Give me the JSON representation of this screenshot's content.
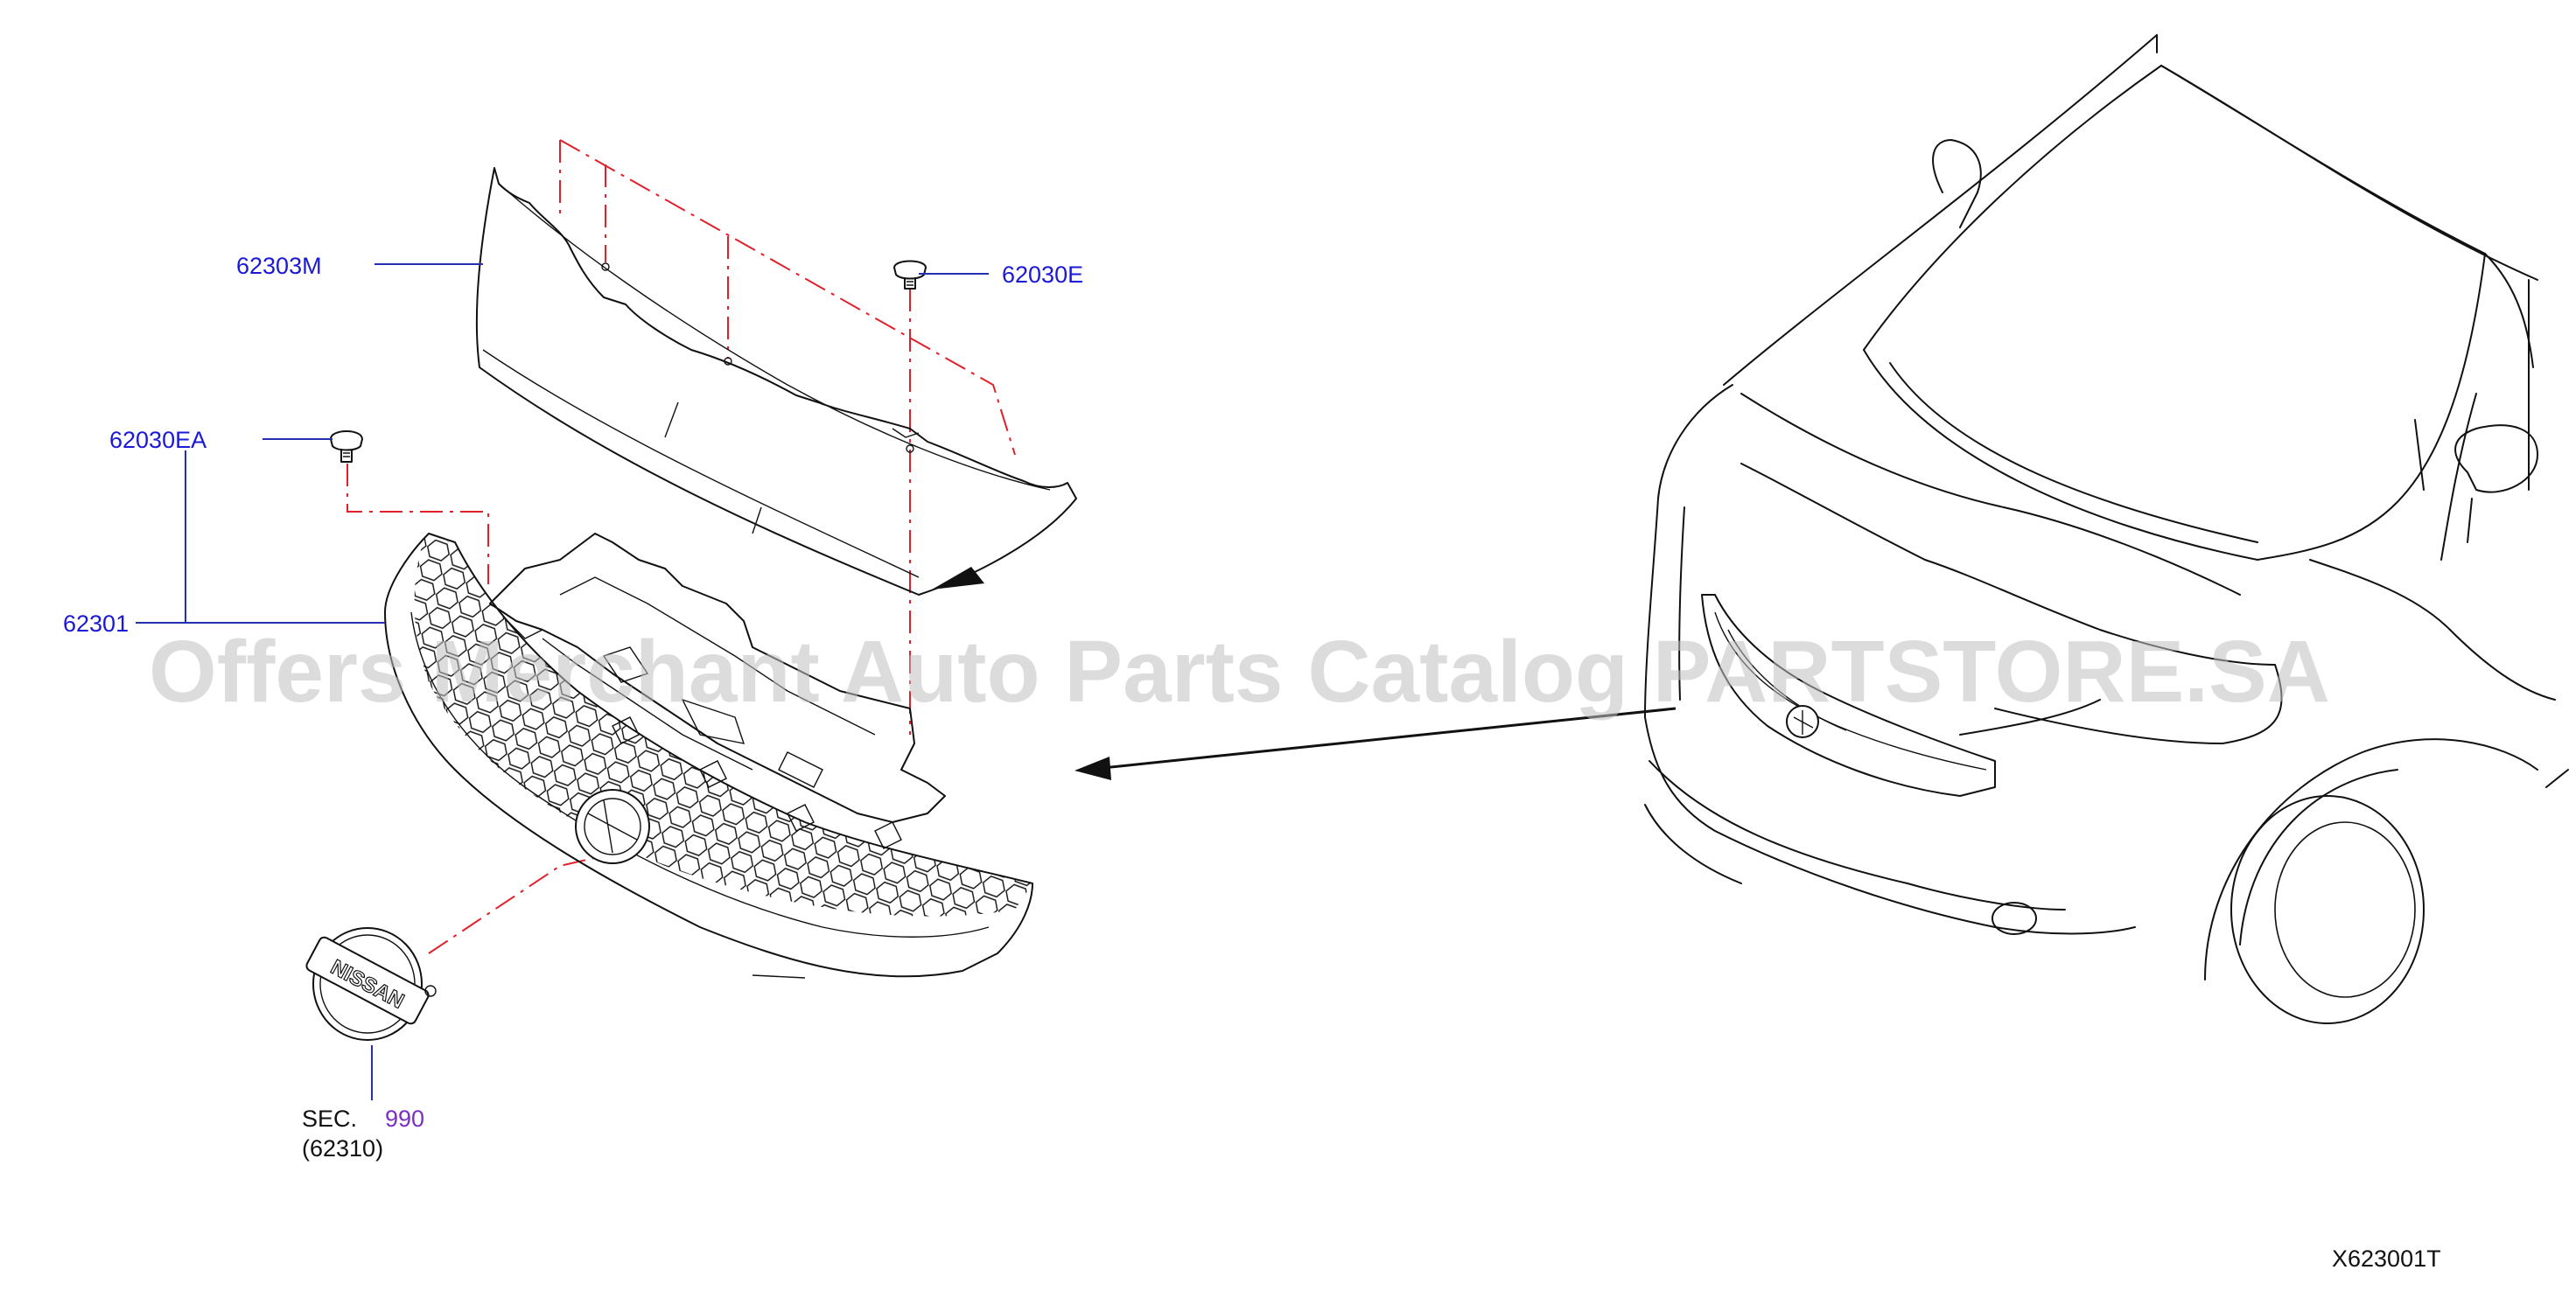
{
  "labels": {
    "p62303M": "62303M",
    "p62030E": "62030E",
    "p62030EA": "62030EA",
    "p62301": "62301",
    "sec": "SEC.",
    "sec_num": "990",
    "sec_ref": "(62310)",
    "figure_id": "X623001T"
  },
  "emblem_text": "NISSAN",
  "watermark": "Offers Merchant Auto Parts Catalog PARTSTORE.SA",
  "colors": {
    "callout_text": "#1a1ad6",
    "section_link": "#7b2fc4",
    "centerline": "#e0202a",
    "leader": "#2330b0"
  }
}
